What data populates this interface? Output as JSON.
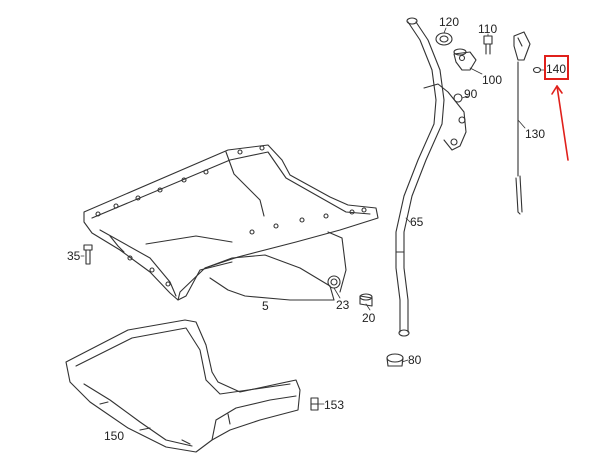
{
  "diagram": {
    "parts": [
      {
        "id": "120",
        "label": "120"
      },
      {
        "id": "110",
        "label": "110"
      },
      {
        "id": "100",
        "label": "100"
      },
      {
        "id": "140",
        "label": "140"
      },
      {
        "id": "90",
        "label": "90"
      },
      {
        "id": "130",
        "label": "130"
      },
      {
        "id": "65",
        "label": "65"
      },
      {
        "id": "35",
        "label": "35"
      },
      {
        "id": "5",
        "label": "5"
      },
      {
        "id": "23",
        "label": "23"
      },
      {
        "id": "20",
        "label": "20"
      },
      {
        "id": "80",
        "label": "80"
      },
      {
        "id": "153",
        "label": "153"
      },
      {
        "id": "150",
        "label": "150"
      }
    ],
    "highlight": {
      "part": "140",
      "color": "#e0201b"
    }
  }
}
